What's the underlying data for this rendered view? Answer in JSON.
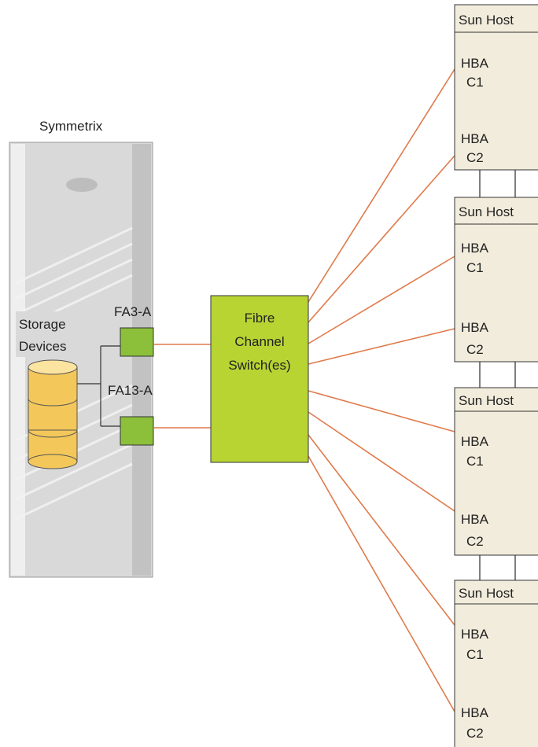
{
  "symmetrix": {
    "title": "Symmetrix",
    "storage_label_line1": "Storage",
    "storage_label_line2": "Devices",
    "ports": [
      {
        "label": "FA3-A"
      },
      {
        "label": "FA13-A"
      }
    ]
  },
  "switch": {
    "line1": "Fibre",
    "line2": "Channel",
    "line3": "Switch(es)"
  },
  "hosts": [
    {
      "title": "Sun Host",
      "hba1": "HBA",
      "port1": "C1",
      "hba2": "HBA",
      "port2": "C2"
    },
    {
      "title": "Sun Host",
      "hba1": "HBA",
      "port1": "C1",
      "hba2": "HBA",
      "port2": "C2"
    },
    {
      "title": "Sun Host",
      "hba1": "HBA",
      "port1": "C1",
      "hba2": "HBA",
      "port2": "C2"
    },
    {
      "title": "Sun Host",
      "hba1": "HBA",
      "port1": "C1",
      "hba2": "HBA",
      "port2": "C2"
    }
  ],
  "colors": {
    "fibre_link": "#e07a4a",
    "switch_fill": "#b7d433",
    "port_fill": "#8cbf3a",
    "host_fill": "#f2ecdc",
    "disk_fill": "#f3c75a",
    "cabinet_fill": "#d9d9d9"
  }
}
